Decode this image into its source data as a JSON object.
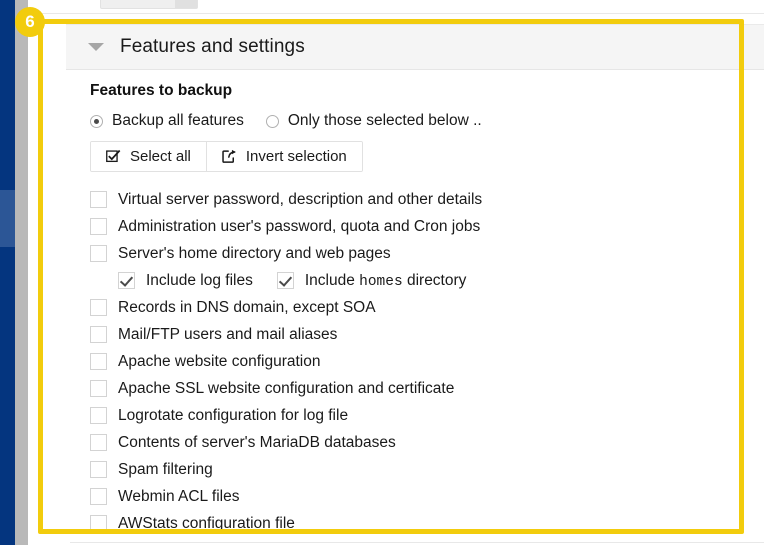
{
  "annotation": {
    "step_number": "6",
    "highlight_color": "#f2cc0d"
  },
  "theme": {
    "sidebar_color": "#04357f",
    "sidebar_active_color": "#2c5696",
    "gutter_color": "#b9b9b9",
    "panel_header_bg": "#f5f5f5"
  },
  "panel": {
    "toggle_icon": "chevron-down-icon",
    "title": "Features and settings"
  },
  "section": {
    "heading": "Features to backup",
    "mode_options": [
      {
        "label": "Backup all features",
        "selected": true
      },
      {
        "label": "Only those selected below ..",
        "selected": false
      }
    ],
    "buttons": [
      {
        "label": "Select all",
        "icon": "checkbox-checked-icon"
      },
      {
        "label": "Invert selection",
        "icon": "share-arrow-icon"
      }
    ],
    "features": [
      {
        "label": "Virtual server password, description and other details",
        "checked": false
      },
      {
        "label": "Administration user's password, quota and Cron jobs",
        "checked": false
      },
      {
        "label": "Server's home directory and web pages",
        "checked": false
      },
      {
        "label": "Records in DNS domain, except SOA",
        "checked": false
      },
      {
        "label": "Mail/FTP users and mail aliases",
        "checked": false
      },
      {
        "label": "Apache website configuration",
        "checked": false
      },
      {
        "label": "Apache SSL website configuration and certificate",
        "checked": false
      },
      {
        "label": "Logrotate configuration for log file",
        "checked": false
      },
      {
        "label": "Contents of server's MariaDB databases",
        "checked": false
      },
      {
        "label": "Spam filtering",
        "checked": false
      },
      {
        "label": "Webmin ACL files",
        "checked": false
      },
      {
        "label": "AWStats configuration file",
        "checked": false
      }
    ],
    "sub_options": [
      {
        "label": "Include log files",
        "checked": true
      },
      {
        "label_prefix": "Include ",
        "label_mono": "homes",
        "label_suffix": " directory",
        "checked": true
      }
    ]
  }
}
